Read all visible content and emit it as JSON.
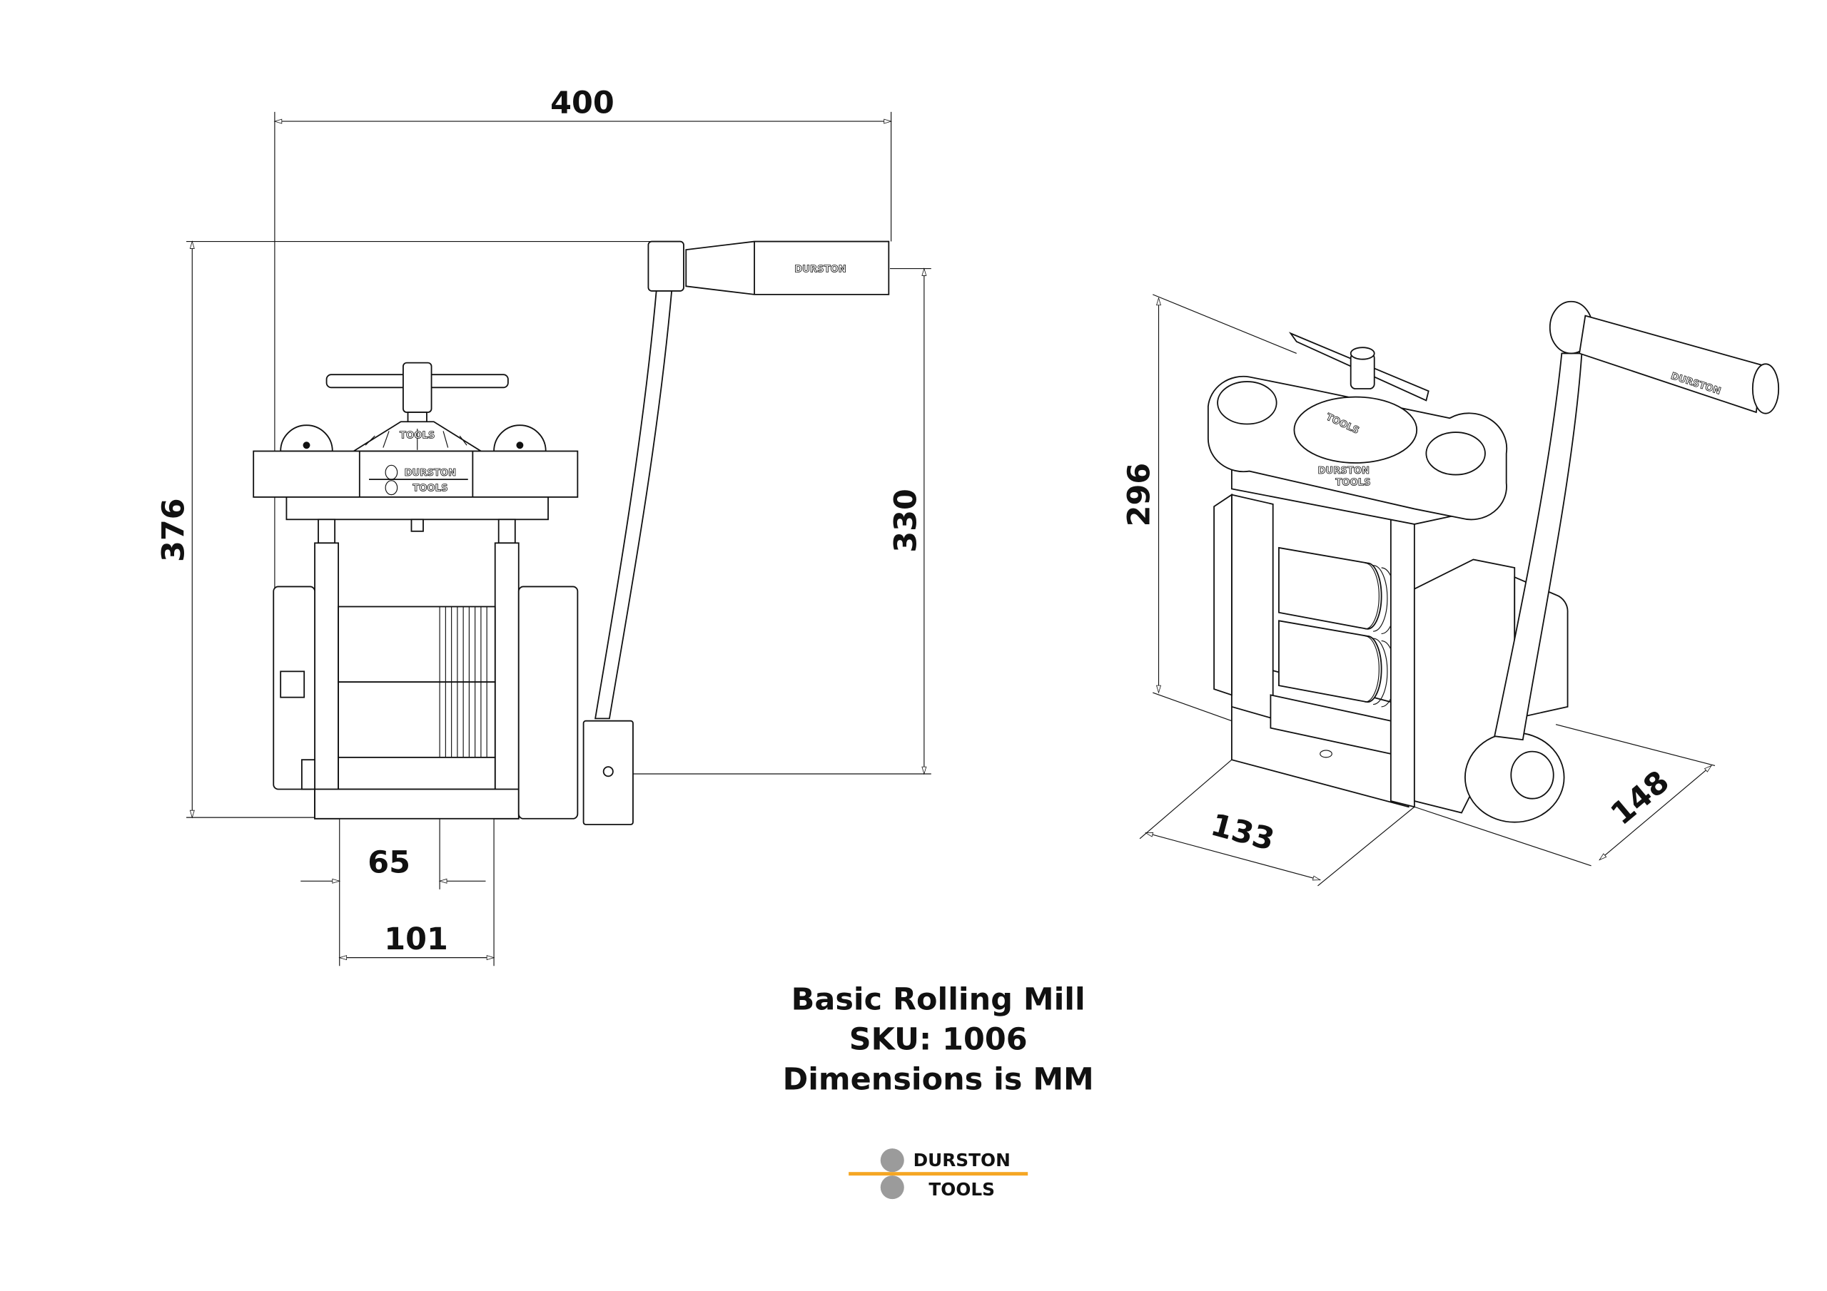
{
  "drawing": {
    "title": "Basic Rolling Mill",
    "sku": "SKU: 1006",
    "units_note": "Dimensions is MM"
  },
  "dimensions": {
    "overall_width": "400",
    "overall_height": "376",
    "handle_height": "330",
    "roller_width": "65",
    "frame_width": "101",
    "iso_height": "296",
    "iso_depth": "133",
    "iso_width": "148"
  },
  "engravings": {
    "handle": "DURSTON",
    "plate_line1": "DURSTON",
    "plate_line2": "TOOLS",
    "dial": "TOOLS"
  },
  "logo": {
    "line1": "DURSTON",
    "line2": "TOOLS",
    "circle_color": "#9b9b9b",
    "bar_color": "#F5A623"
  }
}
